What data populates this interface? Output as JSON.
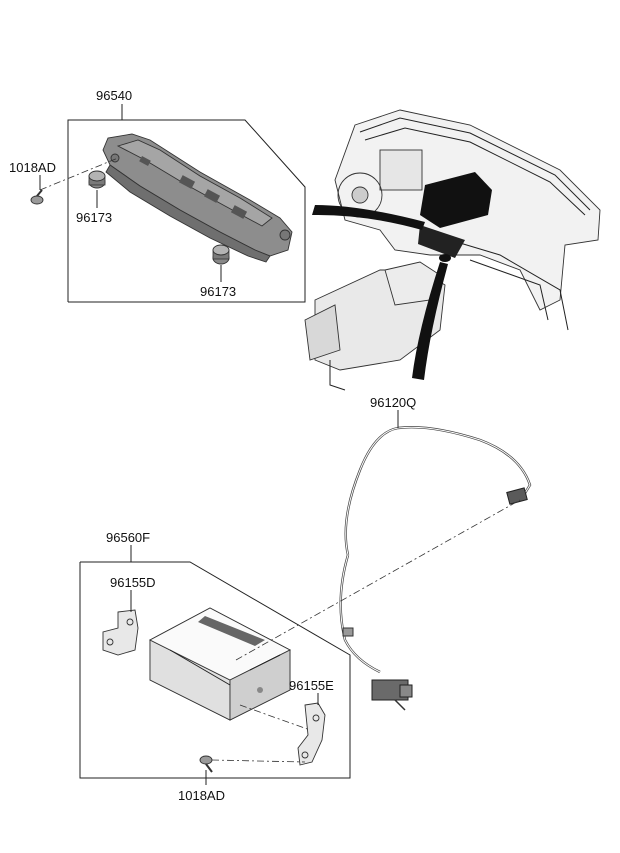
{
  "parts": {
    "p96540": "96540",
    "p1018ad_top": "1018AD",
    "p96173_a": "96173",
    "p96173_b": "96173",
    "p96120q": "96120Q",
    "p96560f": "96560F",
    "p96155d": "96155D",
    "p96155e": "96155E",
    "p1018ad_bottom": "1018AD"
  }
}
